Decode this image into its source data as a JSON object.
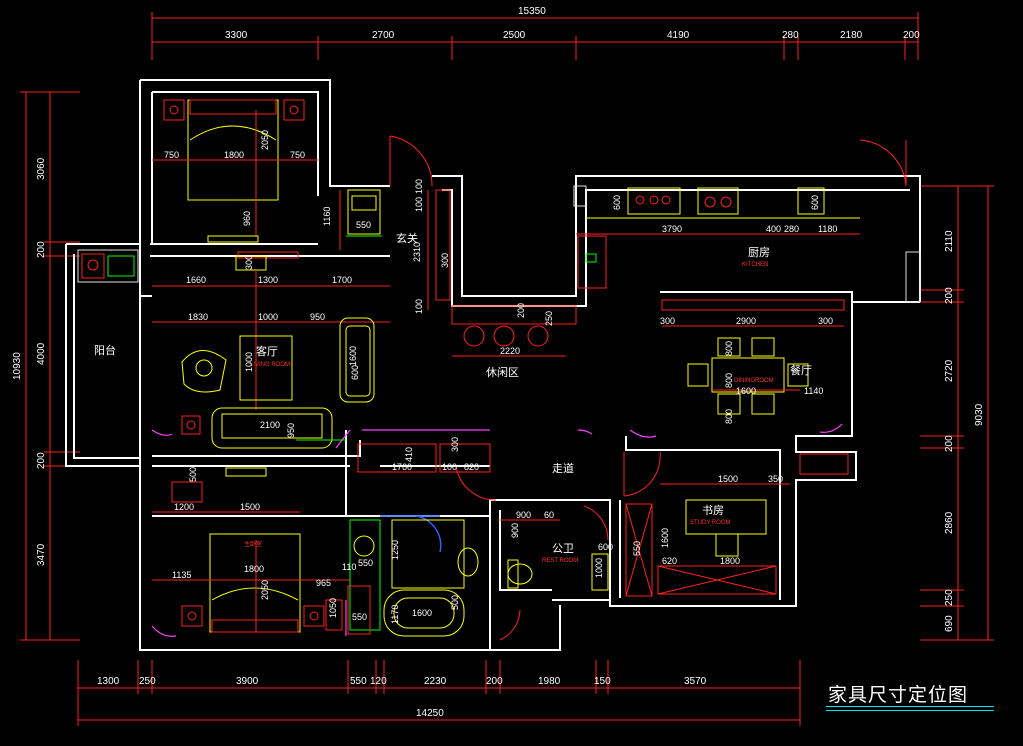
{
  "drawing_title": "家具尺寸定位图",
  "top_total": "15350",
  "top_dims": [
    "3300",
    "2700",
    "2500",
    "4190",
    "280",
    "2180",
    "200"
  ],
  "bottom_total": "14250",
  "bottom_dims": [
    "1300",
    "250",
    "3900",
    "550",
    "120",
    "2230",
    "200",
    "1980",
    "150",
    "3570"
  ],
  "left_total": "10930",
  "left_dims": [
    "3060",
    "200",
    "4000",
    "200",
    "3470"
  ],
  "right_total": "9030",
  "right_dims": [
    "2110",
    "200",
    "2720",
    "200",
    "2860",
    "250",
    "690"
  ],
  "rooms": {
    "balcony": "阳台",
    "living": "客厅",
    "living_en": "LIVING ROOM",
    "foyer": "玄关",
    "kitchen": "厨房",
    "kitchen_en": "KITCHEN",
    "lounge": "休闲区",
    "dining": "餐厅",
    "dining_en": "DININGROOM",
    "corridor": "走道",
    "bath": "公卫",
    "bath_en": "REST ROOM",
    "study": "书房",
    "study_en": "STUDY ROOM",
    "master": "主卧室"
  },
  "furniture_dims": {
    "bed1_left": "750",
    "bed1_w": "1800",
    "bed1_right": "750",
    "bed1_len": "2050",
    "bed1_below": "960",
    "bed1_wall": "300",
    "bed1_wall2": "1160",
    "shoe": "550",
    "foyer_h": "2310",
    "foyer_100a": "100",
    "foyer_100b": "100",
    "foyer_300": "300",
    "foyer_100c": "100",
    "row_1660": "1660",
    "row_1300": "1300",
    "row_1700": "1700",
    "liv_1830": "1830",
    "liv_1000": "1000",
    "liv_950": "950",
    "liv_1600": "1600",
    "liv_600": "600",
    "liv_tv": "1000",
    "sofa_w": "2100",
    "sofa_d": "950",
    "k_600a": "600",
    "k_600b": "600",
    "k_3790": "3790",
    "k_400": "400",
    "k_280": "280",
    "k_1180": "1180",
    "bar_200": "200",
    "bar_250": "250",
    "bar_2220": "2220",
    "d_300a": "300",
    "d_2900": "2900",
    "d_300b": "300",
    "d_800a": "800",
    "d_800b": "800",
    "d_1600": "1600",
    "d_1140": "1140",
    "d_800c": "800",
    "c_410": "410",
    "c_300": "300",
    "c_1760": "1760",
    "c_100": "100",
    "c_820": "820",
    "m_500": "500",
    "m_1200": "1200",
    "m_1500": "1500",
    "m_1135": "1135",
    "m_1800": "1800",
    "m_2050": "2050",
    "m_965": "965",
    "m_1050": "1050",
    "b_110": "110",
    "b_550a": "550",
    "b_1250": "1250",
    "b_550b": "550",
    "b_1600": "1600",
    "b_1170": "1170",
    "b_500": "500",
    "r_900a": "900",
    "r_60": "60",
    "r_900b": "900",
    "r_600": "600",
    "r_1000": "1000",
    "s_1500": "1500",
    "s_350": "350",
    "s_550": "550",
    "s_1600": "1600",
    "s_620": "620",
    "s_1800": "1800"
  },
  "colors": {
    "background": "#000000",
    "wall": "#ffffff",
    "furniture": "#ffff00",
    "accent": "#ff2020",
    "window": "#ff40ff",
    "title_line": "#00e0ff"
  }
}
